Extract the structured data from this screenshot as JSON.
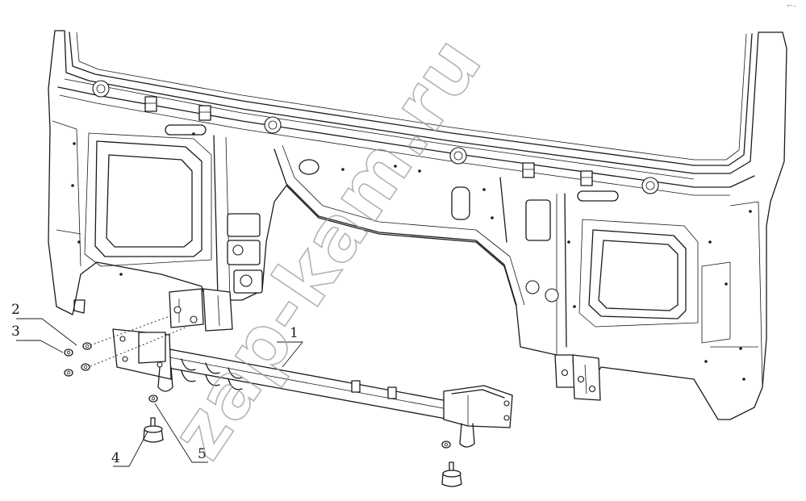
{
  "diagram": {
    "watermark": "zap-kam.ru",
    "corner_mark": "⌐–",
    "callouts": [
      {
        "id": "c1",
        "label": "1"
      },
      {
        "id": "c2",
        "label": "2"
      },
      {
        "id": "c3",
        "label": "3"
      },
      {
        "id": "c4",
        "label": "4"
      },
      {
        "id": "c5",
        "label": "5"
      }
    ]
  }
}
